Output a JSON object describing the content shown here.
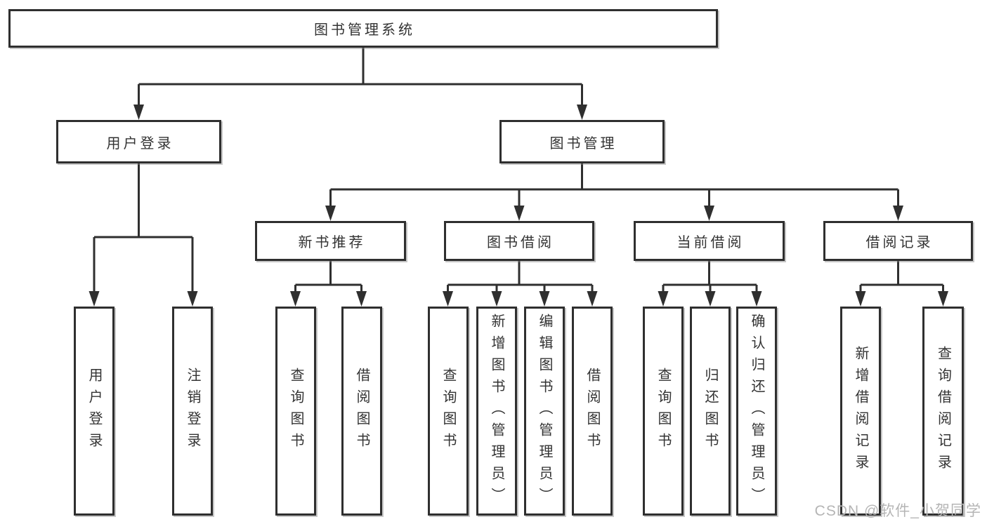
{
  "tree": {
    "root": {
      "label": "图书管理系统"
    },
    "children": [
      {
        "label": "用户登录",
        "children": [
          {
            "label": "用户登录"
          },
          {
            "label": "注销登录"
          }
        ]
      },
      {
        "label": "图书管理",
        "children": [
          {
            "label": "新书推荐",
            "children": [
              {
                "label": "查询图书"
              },
              {
                "label": "借阅图书"
              }
            ]
          },
          {
            "label": "图书借阅",
            "children": [
              {
                "label": "查询图书"
              },
              {
                "label": "新增图书（管理员）"
              },
              {
                "label": "编辑图书（管理员）"
              },
              {
                "label": "借阅图书"
              }
            ]
          },
          {
            "label": "当前借阅",
            "children": [
              {
                "label": "查询图书"
              },
              {
                "label": "归还图书"
              },
              {
                "label": "确认归还（管理员）"
              }
            ]
          },
          {
            "label": "借阅记录",
            "children": [
              {
                "label": "新增借阅记录"
              },
              {
                "label": "查询借阅记录"
              }
            ]
          }
        ]
      }
    ]
  },
  "watermark": {
    "text": "CSDN @软件_小贺同学"
  },
  "colors": {
    "line": "#2f2f2f",
    "box_border": "#2f2f2f",
    "text": "#333333",
    "watermark": "#b5b5b5",
    "background": "#ffffff"
  }
}
